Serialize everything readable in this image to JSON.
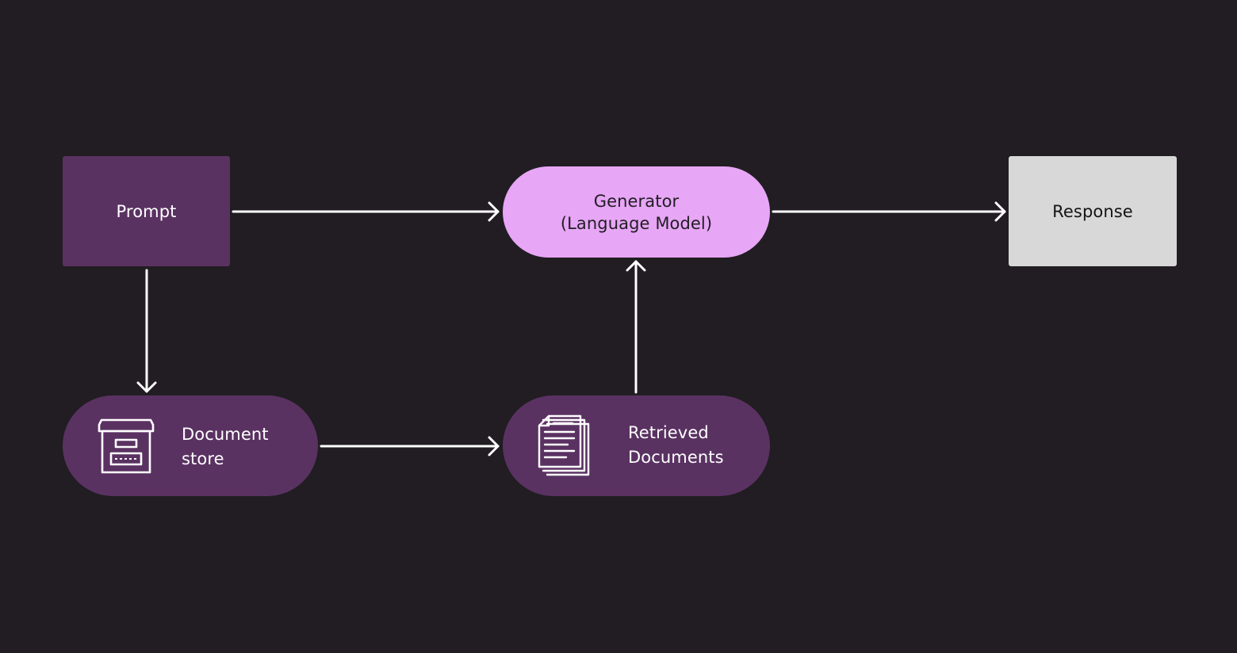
{
  "colors": {
    "background": "#211d22",
    "dark_purple": "#5a3262",
    "light_purple": "#e7a6f6",
    "light_gray": "#d8d8d8",
    "arrow": "#ffffff"
  },
  "nodes": {
    "prompt": {
      "label": "Prompt"
    },
    "generator": {
      "line1": "Generator",
      "line2": "(Language Model)"
    },
    "response": {
      "label": "Response"
    },
    "document_store": {
      "line1": "Document",
      "line2": "store",
      "icon": "archive-box-icon"
    },
    "retrieved_documents": {
      "line1": "Retrieved",
      "line2": "Documents",
      "icon": "documents-stack-icon"
    }
  }
}
